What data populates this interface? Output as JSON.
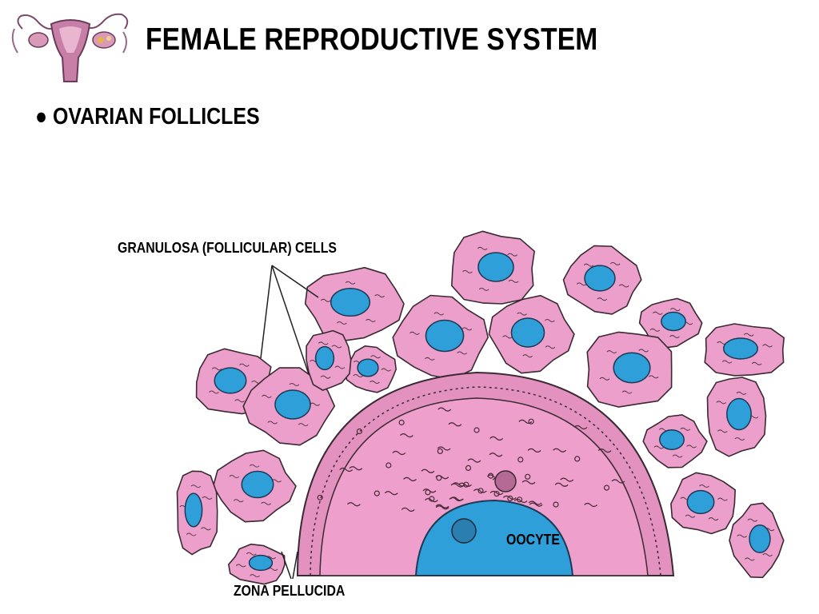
{
  "header": {
    "title": "FEMALE REPRODUCTIVE SYSTEM",
    "logo_icon": "female-reproductive-organs-icon"
  },
  "content": {
    "bullet_symbol": "●",
    "bullet_text": "OVARIAN FOLLICLES"
  },
  "diagram": {
    "labels": {
      "granulosa": "GRANULOSA (FOLLICULAR) CELLS",
      "zona": "ZONA PELLUCIDA",
      "oocyte": "OOCYTE"
    },
    "colors": {
      "cytoplasm": "#ec9fca",
      "cell_outline": "#3a2a33",
      "nucleus": "#2e9fd8",
      "background": "#ffffff"
    }
  }
}
